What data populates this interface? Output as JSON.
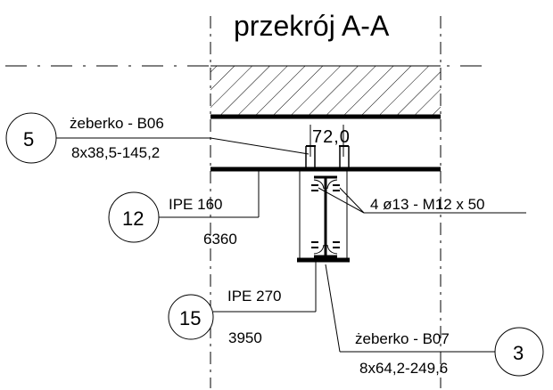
{
  "title": "przekrój A-A",
  "dimension_text": "72,0",
  "callouts": [
    {
      "number": "5",
      "line1": "żeberko - B06",
      "line2": "8x38,5-145,2"
    },
    {
      "number": "12",
      "line1": "IPE  160",
      "line2": "6360"
    },
    {
      "number": "15",
      "line1": "IPE  270",
      "line2": "3950"
    },
    {
      "number": "3",
      "line1": "żeberko - B07",
      "line2": "8x64,2-249,6"
    }
  ],
  "bolt_label": "4 ø13 - M12 x 50"
}
